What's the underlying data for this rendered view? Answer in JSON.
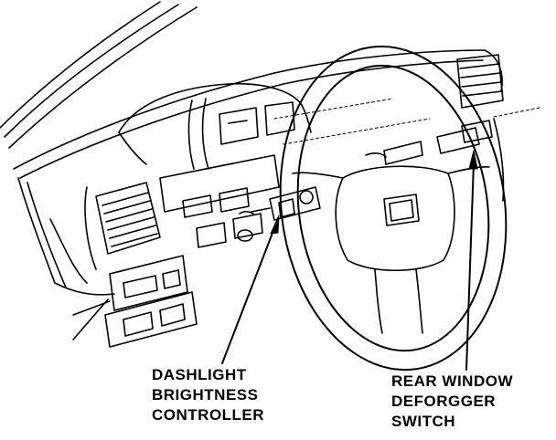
{
  "labels": {
    "dashlight_brightness_controller": [
      "DASHLIGHT",
      "BRIGHTNESS",
      "CONTROLLER"
    ],
    "rear_window_defogger_switch": [
      "REAR WINDOW",
      "DEFORGGER",
      "SWITCH"
    ]
  },
  "colors": {
    "ink": "#000000",
    "paper": "#ffffff"
  }
}
